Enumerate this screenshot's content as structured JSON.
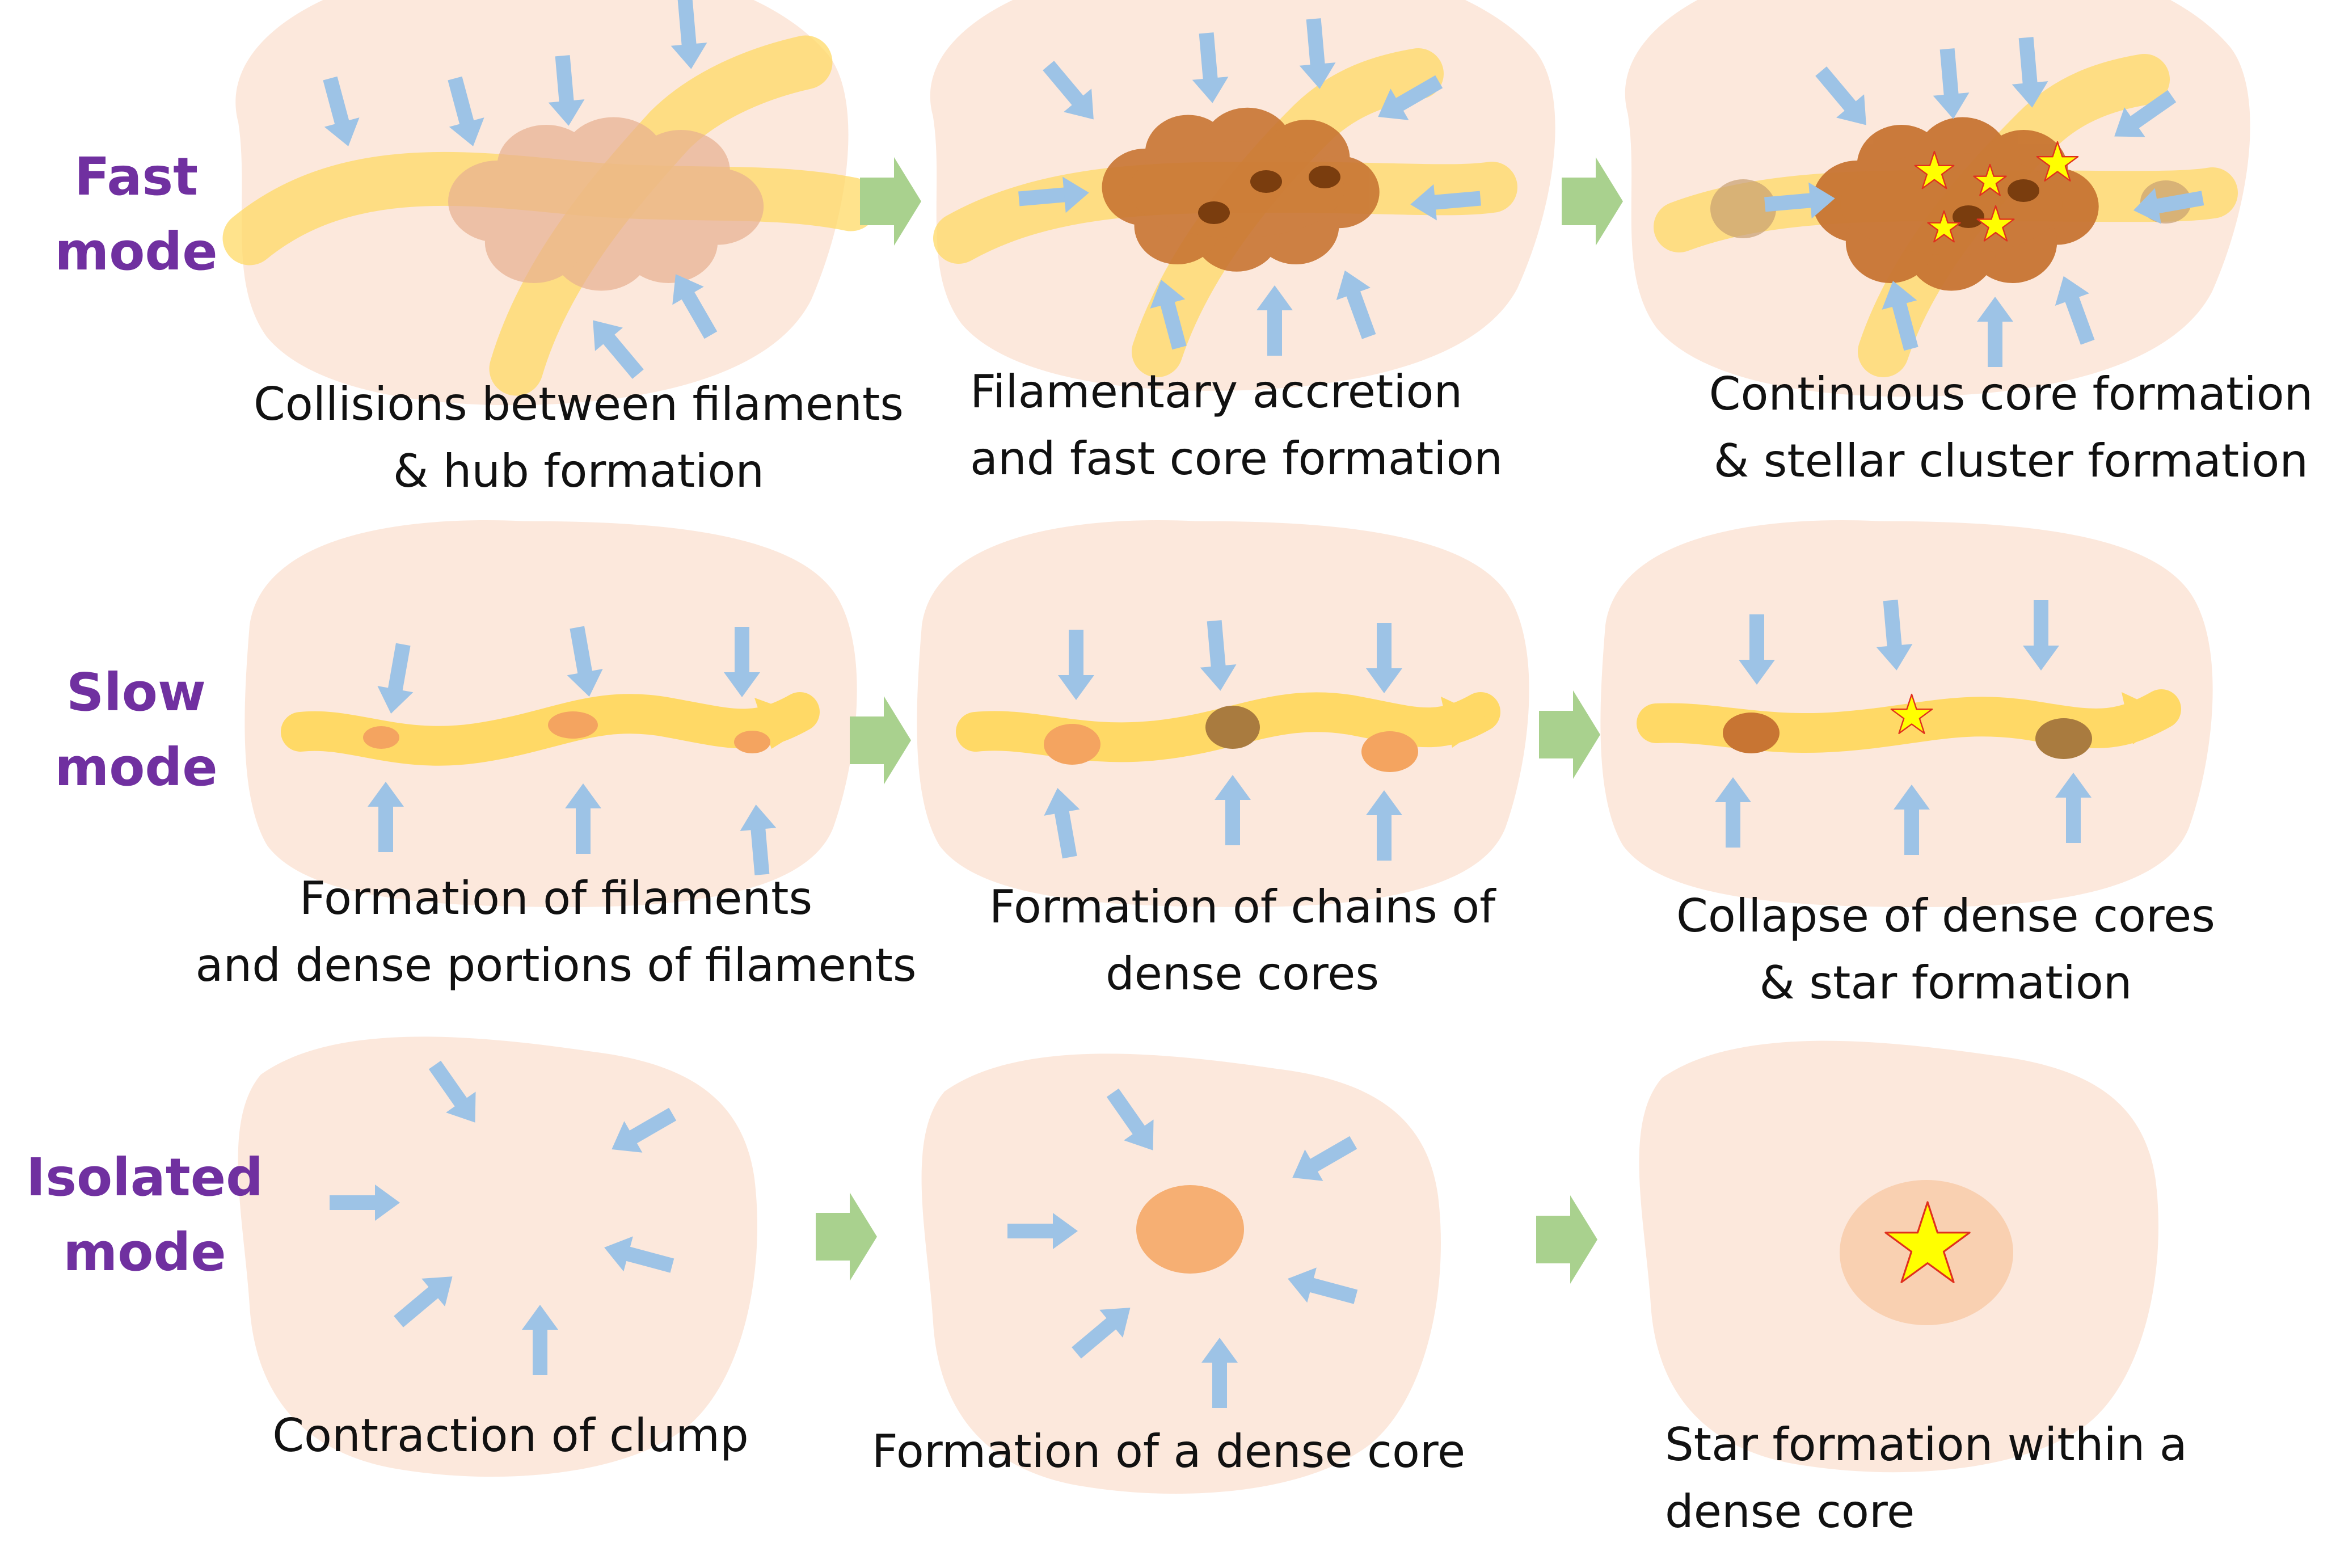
{
  "colors": {
    "mode_label": "#7030A0",
    "cloud": "#FCE4D6",
    "filament": "#FFD966",
    "hub": "#E8B090",
    "core_light": "#F4A460",
    "core_dark": "#C87533",
    "core_brown": "#A97B3F",
    "core_deep": "#7A3D0E",
    "infall_arrow": "#9DC3E6",
    "step_arrow": "#A9D18E",
    "star_fill": "#FFFF00",
    "star_stroke": "#E0301E"
  },
  "icons": {
    "infall": "arrow-icon",
    "step": "step-arrow-icon",
    "star": "star-icon"
  },
  "modes": [
    {
      "label": "Fast\nmode",
      "steps": [
        {
          "caption": "Collisions between filaments\n& hub formation"
        },
        {
          "caption": "Filamentary accretion\nand fast core formation"
        },
        {
          "caption": "Continuous core formation\n& stellar cluster formation"
        }
      ]
    },
    {
      "label": "Slow\nmode",
      "steps": [
        {
          "caption": "Formation of filaments\nand dense portions of filaments"
        },
        {
          "caption": "Formation of chains of\ndense cores"
        },
        {
          "caption": "Collapse of dense cores\n& star formation"
        }
      ]
    },
    {
      "label": "Isolated\nmode",
      "steps": [
        {
          "caption": "Contraction of clump"
        },
        {
          "caption": "Formation of a dense core"
        },
        {
          "caption": "Star formation within a\ndense core"
        }
      ]
    }
  ]
}
